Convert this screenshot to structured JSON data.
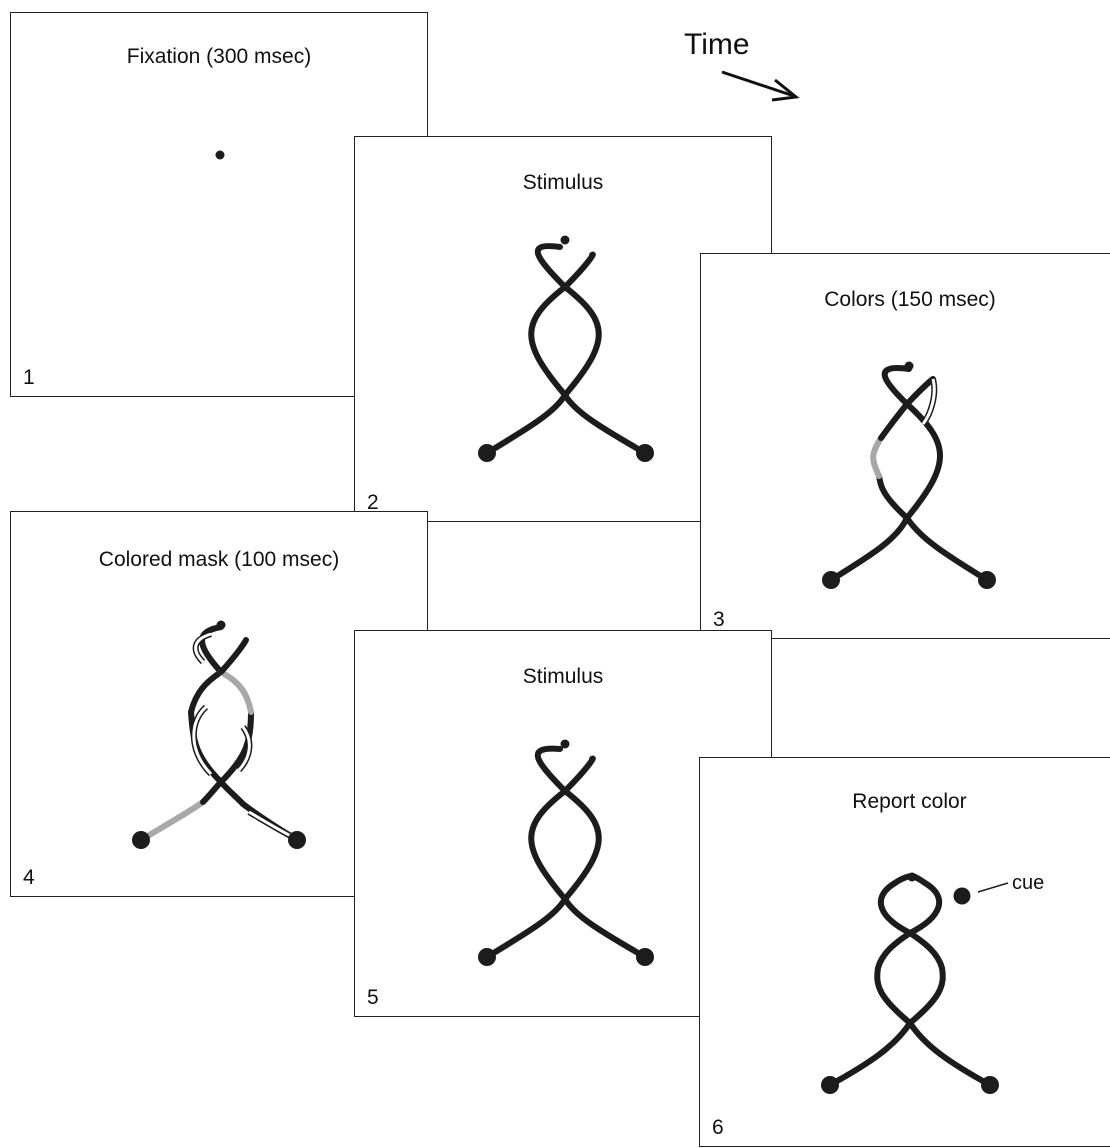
{
  "time_label": "Time",
  "panels": [
    {
      "number": "1",
      "title": "Fixation (300 msec)"
    },
    {
      "number": "2",
      "title": "Stimulus"
    },
    {
      "number": "3",
      "title": "Colors (150 msec)"
    },
    {
      "number": "4",
      "title": "Colored mask (100 msec)"
    },
    {
      "number": "5",
      "title": "Stimulus"
    },
    {
      "number": "6",
      "title": "Report color",
      "cue_label": "cue"
    }
  ],
  "colors": {
    "stroke": "#1c1c1c",
    "gray": "#a8a8a8",
    "white": "#ffffff",
    "border": "#222222"
  }
}
